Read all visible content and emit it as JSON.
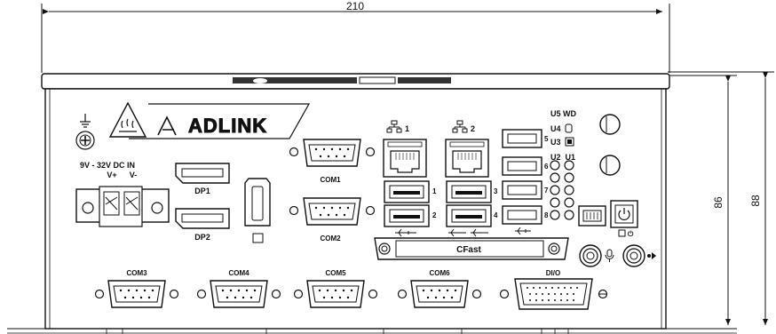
{
  "dimensions": {
    "width_label": "210",
    "height_inner_label": "86",
    "height_outer_label": "88"
  },
  "brand": {
    "logo_text": "ADLINK"
  },
  "power": {
    "label_line1": "9V - 32V DC IN",
    "vplus": "V+",
    "vminus": "V-"
  },
  "displays": {
    "dp1": "DP1",
    "dp2": "DP2"
  },
  "serial": {
    "com1": "COM1",
    "com2": "COM2",
    "com3": "COM3",
    "com4": "COM4",
    "com5": "COM5",
    "com6": "COM6"
  },
  "lan": {
    "lan1": "1",
    "lan2": "2"
  },
  "usb": {
    "usb1": "1",
    "usb2": "2",
    "usb3": "3",
    "usb4": "4",
    "usb5": "5",
    "usb6": "6",
    "usb7": "7",
    "usb8": "8"
  },
  "leds": {
    "u5wd": "U5 WD",
    "u4": "U4",
    "u3": "U3",
    "u2u1": "U2  U1"
  },
  "cfast": {
    "label": "CFast"
  },
  "dio": {
    "label": "DI/O"
  },
  "colors": {
    "line": "#111111",
    "background": "#ffffff"
  },
  "icons": {
    "ground": "ground-icon",
    "hot_surface": "hot-surface-warning-icon",
    "lan": "network-icon",
    "usb": "usb-symbol-icon",
    "mic": "microphone-icon",
    "line_out": "line-out-icon"
  }
}
